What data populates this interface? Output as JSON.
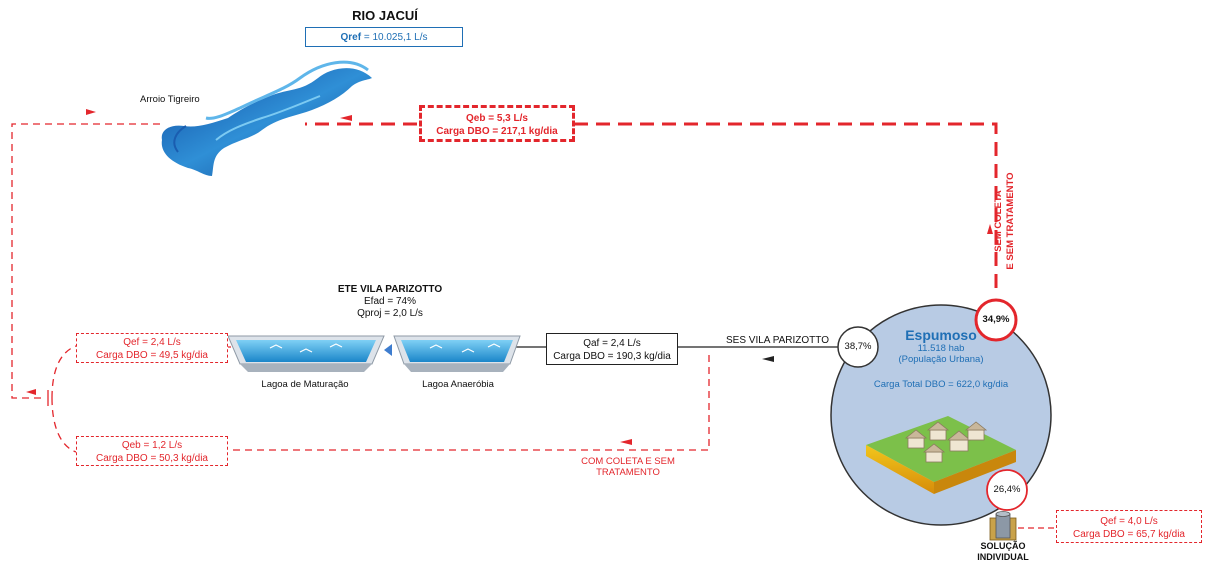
{
  "river": {
    "name": "RIO JACUÍ",
    "qref_label": "Qref",
    "qref_value": " = 10.025,1 L/s",
    "tributary": "Arroio Tigreiro"
  },
  "no_collection_flow": {
    "line1": "Qeb = 5,3 L/s",
    "line2": "Carga DBO = 217,1 kg/dia",
    "label": "SEM COLETA\nE SEM TRATAMENTO",
    "label_line1": "SEM COLETA",
    "label_line2": "E SEM TRATAMENTO"
  },
  "ete": {
    "title": "ETE VILA PARIZOTTO",
    "efad": "Efad = 74%",
    "qproj": "Qproj = 2,0 L/s",
    "pond1": "Lagoa de Maturação",
    "pond2": "Lagoa Anaeróbia"
  },
  "inflow_box": {
    "line1": "Qaf = 2,4 L/s",
    "line2": "Carga DBO = 190,3 kg/dia"
  },
  "ses_label": "SES VILA PARIZOTTO",
  "effluent_box": {
    "line1": "Qef = 2,4 L/s",
    "line2": "Carga DBO = 49,5 kg/dia"
  },
  "bypass_box": {
    "line1": "Qeb = 1,2 L/s",
    "line2": "Carga DBO = 50,3 kg/dia"
  },
  "collection_label": {
    "line1": "COM COLETA E SEM",
    "line2": "TRATAMENTO"
  },
  "city": {
    "name": "Espumoso",
    "population": "11.518 hab",
    "population_note": "(População Urbana)",
    "total_load": "Carga Total DBO = 622,0 kg/dia"
  },
  "percentages": {
    "ses": "38,7%",
    "no_collection": "34,9%",
    "individual": "26,4%"
  },
  "individual": {
    "label_line1": "SOLUÇÃO",
    "label_line2": "INDIVIDUAL",
    "line1": "Qef = 4,0 L/s",
    "line2": "Carga DBO = 65,7 kg/dia"
  },
  "colors": {
    "red": "#e3262c",
    "blue": "#1f6fb5",
    "city_fill": "#b8cbe4",
    "water": "#2a8fd0"
  }
}
